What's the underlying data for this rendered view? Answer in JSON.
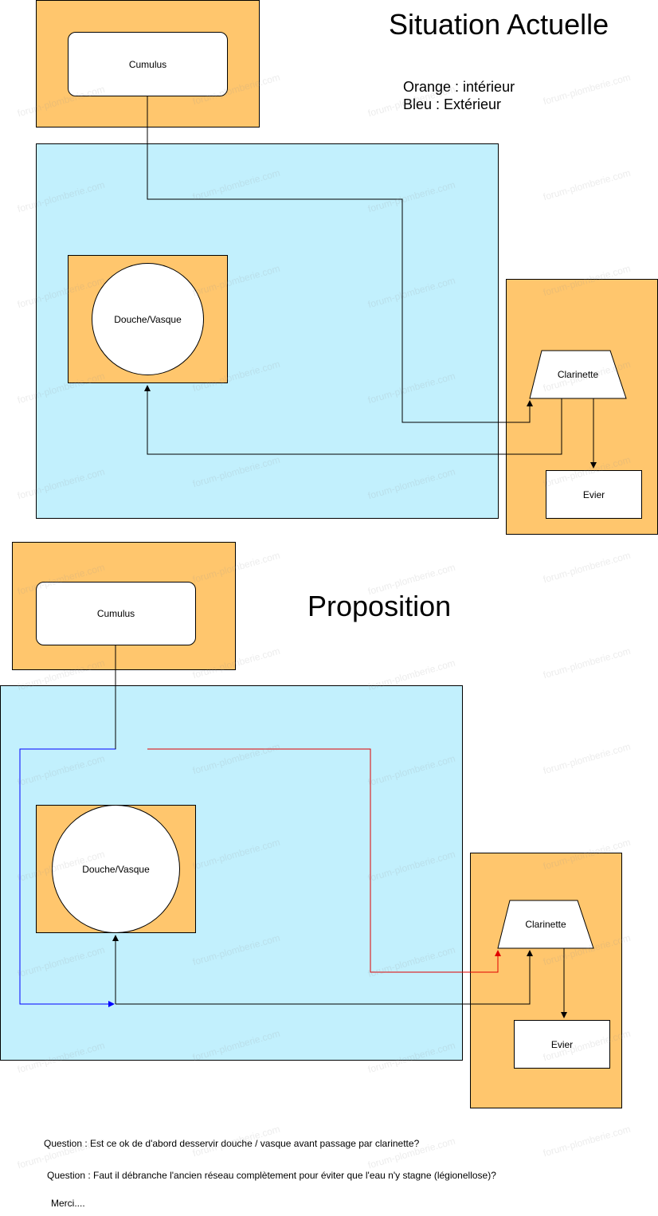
{
  "section1": {
    "title": "Situation Actuelle",
    "legend": {
      "line1": "Orange : intérieur",
      "line2": "Bleu : Extérieur"
    },
    "cumulus": "Cumulus",
    "douche": "Douche/Vasque",
    "clarinette": "Clarinette",
    "evier": "Evier"
  },
  "section2": {
    "title": "Proposition",
    "cumulus": "Cumulus",
    "douche": "Douche/Vasque",
    "clarinette": "Clarinette",
    "evier": "Evier"
  },
  "questions": {
    "q1": "Question : Est ce ok de d'abord desservir douche / vasque avant passage par clarinette?",
    "q2": "Question : Faut il débranche l'ancien réseau complètement pour éviter que l'eau n'y stagne (légionellose)?",
    "thanks": "Merci...."
  },
  "watermark": "forum-plomberie.com",
  "colors": {
    "interior": "#FFC66D",
    "exterior": "#C2F0FD",
    "red_line": "#e00000",
    "blue_line": "#0000ff"
  }
}
